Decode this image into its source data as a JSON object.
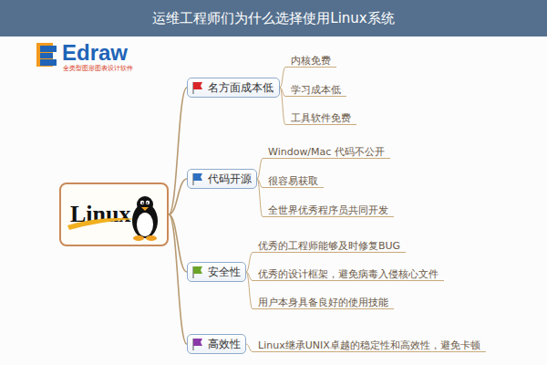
{
  "diagram": {
    "title": "运维工程师们为什么选择使用Linux系统",
    "nodes": [
      {
        "text": [
          "Linux"
        ]
      },
      {
        "text": [
          "名方面成本低"
        ]
      },
      {
        "text": [
          "内核免费"
        ]
      },
      {
        "text": [
          "学习成本低"
        ]
      },
      {
        "text": [
          "工具软件免费"
        ]
      },
      {
        "text": [
          "代码开源"
        ]
      },
      {
        "text": [
          "Window/Mac 代码不公开"
        ]
      },
      {
        "text": [
          "很容易获取"
        ]
      },
      {
        "text": [
          "全世界优秀程序员共同开发"
        ]
      },
      {
        "text": [
          "安全性"
        ]
      },
      {
        "text": [
          "优秀的工程师能够及时修复BUG"
        ]
      },
      {
        "text": [
          "优秀的设计框架，避免病毒入侵核心文件"
        ]
      },
      {
        "text": [
          "用户本身具备良好的使用技能"
        ]
      },
      {
        "text": [
          "高效性"
        ]
      },
      {
        "text": [
          "Linux继承UNIX卓越的稳定性和高效性，避免卡顿"
        ]
      }
    ],
    "edges": [
      {
        "from": 0,
        "to": 1,
        "arrow": "none"
      },
      {
        "from": 0,
        "to": 5,
        "arrow": "none"
      },
      {
        "from": 0,
        "to": 9,
        "arrow": "none"
      },
      {
        "from": 0,
        "to": 13,
        "arrow": "none"
      },
      {
        "from": 1,
        "to": 2,
        "arrow": "none"
      },
      {
        "from": 1,
        "to": 3,
        "arrow": "none"
      },
      {
        "from": 1,
        "to": 4,
        "arrow": "none"
      },
      {
        "from": 5,
        "to": 6,
        "arrow": "none"
      },
      {
        "from": 5,
        "to": 7,
        "arrow": "none"
      },
      {
        "from": 5,
        "to": 8,
        "arrow": "none"
      },
      {
        "from": 9,
        "to": 10,
        "arrow": "none"
      },
      {
        "from": 9,
        "to": 11,
        "arrow": "none"
      },
      {
        "from": 9,
        "to": 12,
        "arrow": "none"
      },
      {
        "from": 13,
        "to": 14,
        "arrow": "none"
      }
    ],
    "labels": [
      "Edraw",
      "全类型图形图表设计软件"
    ]
  }
}
